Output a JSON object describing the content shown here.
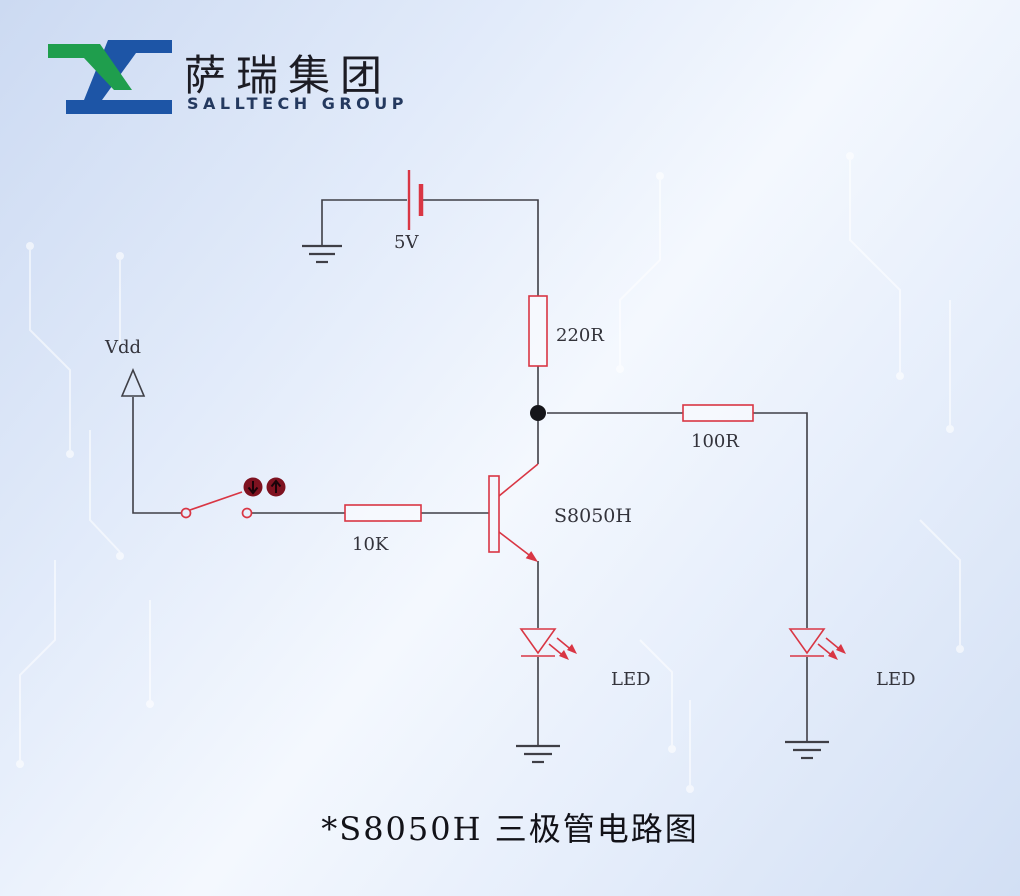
{
  "logo": {
    "company_cn": "萨瑞集团",
    "company_en": "SALLTECH GROUP"
  },
  "circuit": {
    "battery_voltage": "5V",
    "supply_label": "Vdd",
    "resistor_collector": "220R",
    "resistor_right": "100R",
    "resistor_base": "10K",
    "transistor": "S8050H",
    "led_left": "LED",
    "led_right": "LED"
  },
  "caption": "*S8050H 三极管电路图",
  "colors": {
    "component_red": "#d93644",
    "wire_dark": "#3f3f46",
    "junction_black": "#15151a",
    "indicator_dark_red": "#7e1220",
    "logo_green": "#1f9e4d",
    "logo_blue": "#1d55a6",
    "background_blue": "#d2dff4"
  }
}
